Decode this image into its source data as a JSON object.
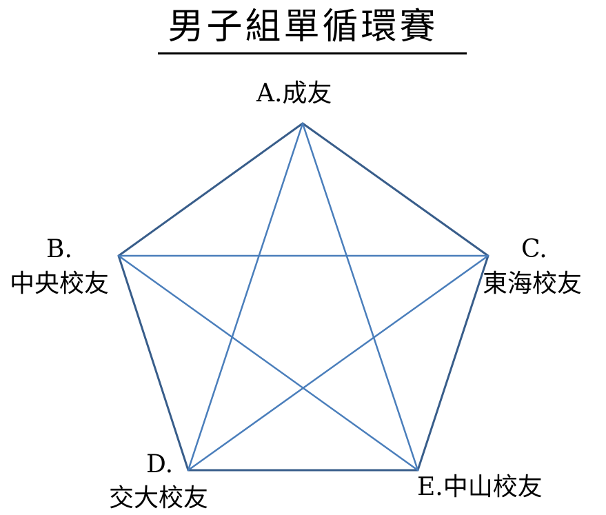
{
  "title": "男子組單循環賽",
  "colors": {
    "pentagon_edge": "#385d8a",
    "star_edge": "#4a7ebb",
    "text": "#000000"
  },
  "teams": [
    {
      "id": "A",
      "letter": "A.",
      "name": "成友"
    },
    {
      "id": "B",
      "letter": "B.",
      "name": "中央校友"
    },
    {
      "id": "C",
      "letter": "C.",
      "name": "東海校友"
    },
    {
      "id": "D",
      "letter": "D.",
      "name": "交大校友"
    },
    {
      "id": "E",
      "letter": "E.",
      "name": "中山校友"
    }
  ],
  "matches": [
    {
      "from": "A",
      "to": "B",
      "style": "outer"
    },
    {
      "from": "A",
      "to": "C",
      "style": "outer"
    },
    {
      "from": "B",
      "to": "D",
      "style": "outer"
    },
    {
      "from": "C",
      "to": "E",
      "style": "outer"
    },
    {
      "from": "D",
      "to": "E",
      "style": "outer"
    },
    {
      "from": "A",
      "to": "D",
      "style": "inner"
    },
    {
      "from": "A",
      "to": "E",
      "style": "inner"
    },
    {
      "from": "B",
      "to": "C",
      "style": "inner"
    },
    {
      "from": "B",
      "to": "E",
      "style": "inner"
    },
    {
      "from": "C",
      "to": "D",
      "style": "inner"
    }
  ]
}
